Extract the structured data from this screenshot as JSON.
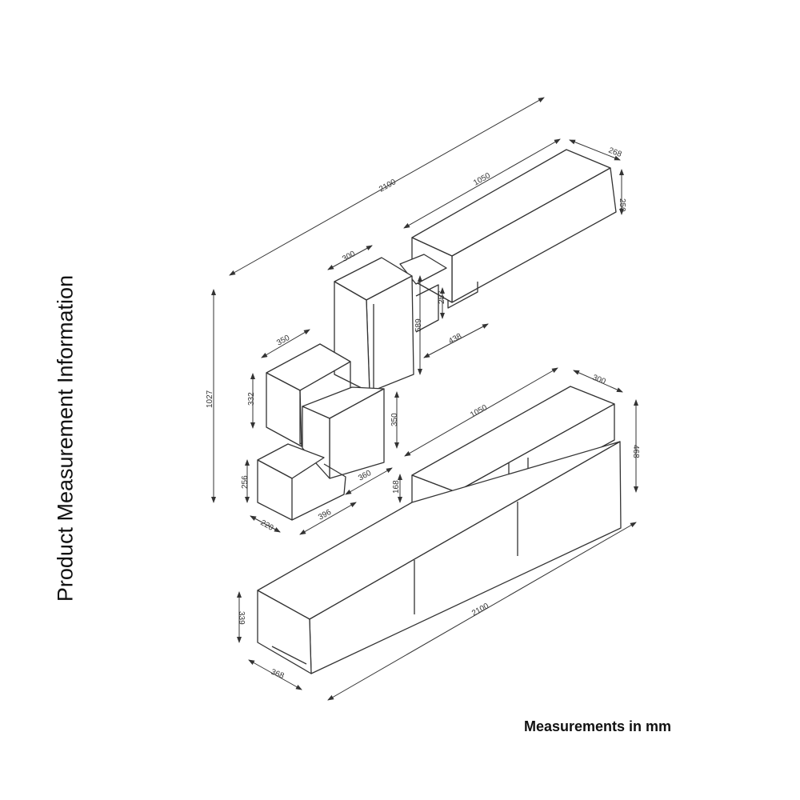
{
  "title": "Product Measurement Information",
  "units_note": "Measurements in mm",
  "dimensions": {
    "overall_width_top": "2100",
    "wall_cabinet_width": "1050",
    "wall_cabinet_depth": "268",
    "wall_cabinet_height": "250",
    "tall_box_depth": "300",
    "tall_box_height": "589",
    "gap_height": "257",
    "shelf_width": "438",
    "mid_box_depth": "350",
    "mid_box_height": "332",
    "cube_height": "350",
    "small_box_height": "256",
    "small_box_depth": "220",
    "small_box_width": "396",
    "lower_shelf_width": "360",
    "overall_height": "1027",
    "tv_shelf_width": "1050",
    "tv_shelf_depth": "300",
    "tv_shelf_total_height": "468",
    "tv_shelf_height": "168",
    "tv_unit_height": "339",
    "tv_unit_depth": "368",
    "tv_unit_width": "2100"
  }
}
